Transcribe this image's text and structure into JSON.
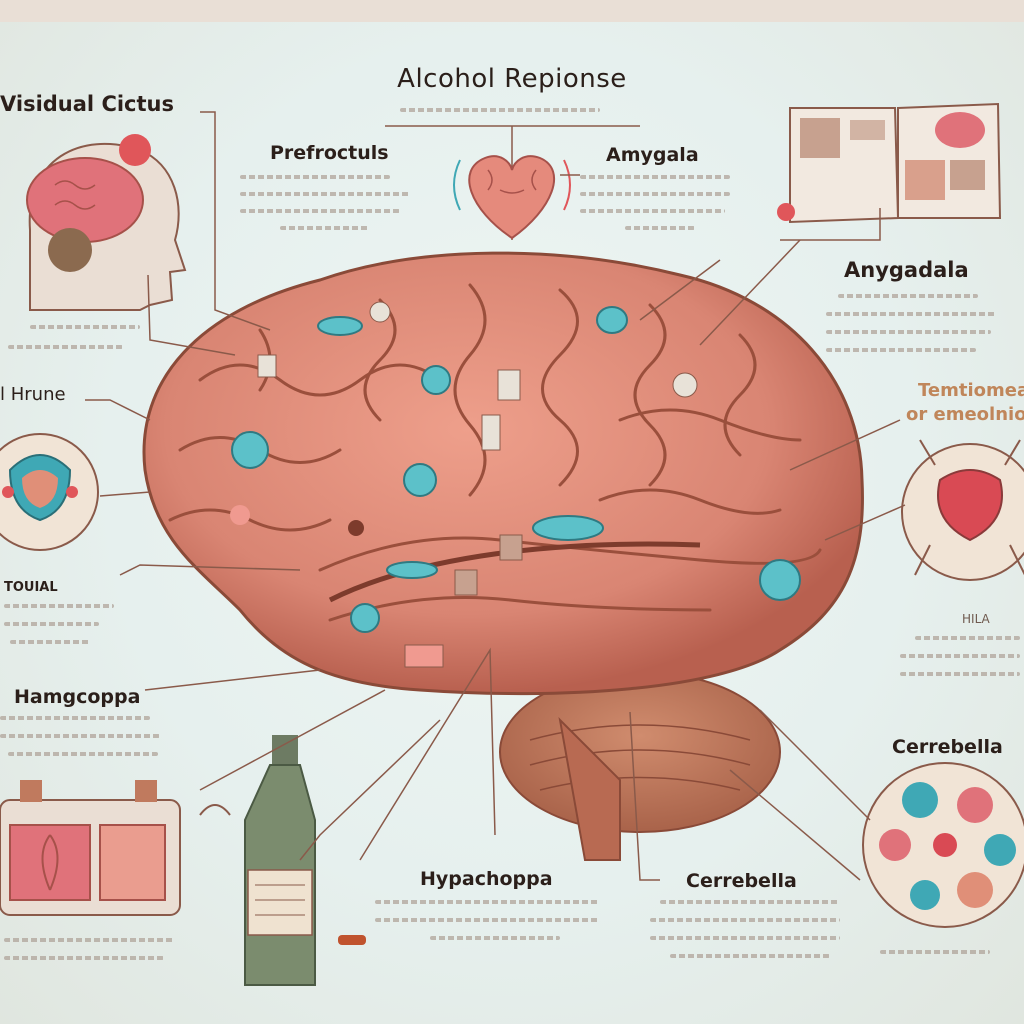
{
  "title": "Alcohol Repionse",
  "labels": {
    "visual_cortex": "Visidual Cictus",
    "prefrontal": "Prefroctuls",
    "amygdala_top": "Amygala",
    "amygdala_right": "Anygadala",
    "hrune": "l Hrune",
    "touial": "TOUIAL",
    "tempo_line1": "Temtiomea",
    "tempo_line2": "or emeolnio",
    "hila": "HILA",
    "hamgcoppa": "Hamgcoppa",
    "hypachoppa": "Hypachoppa",
    "cerebella_bottom": "Cerrebella",
    "cerebella_right": "Cerrebella"
  },
  "colors": {
    "brain": "#d98573",
    "brain_shadow": "#b8604f",
    "cerebellum": "#c07a5e",
    "line": "#8a5a4a",
    "accent_red": "#e0565a",
    "accent_teal": "#3fa8b5"
  },
  "icons": [
    "head-profile-icon",
    "mini-brain-icon",
    "open-book-icon",
    "brain-slice-circle-icon",
    "amygdala-circle-icon",
    "cell-cluster-circle-icon",
    "organ-box-icon",
    "bottle-icon",
    "pill-icon"
  ]
}
